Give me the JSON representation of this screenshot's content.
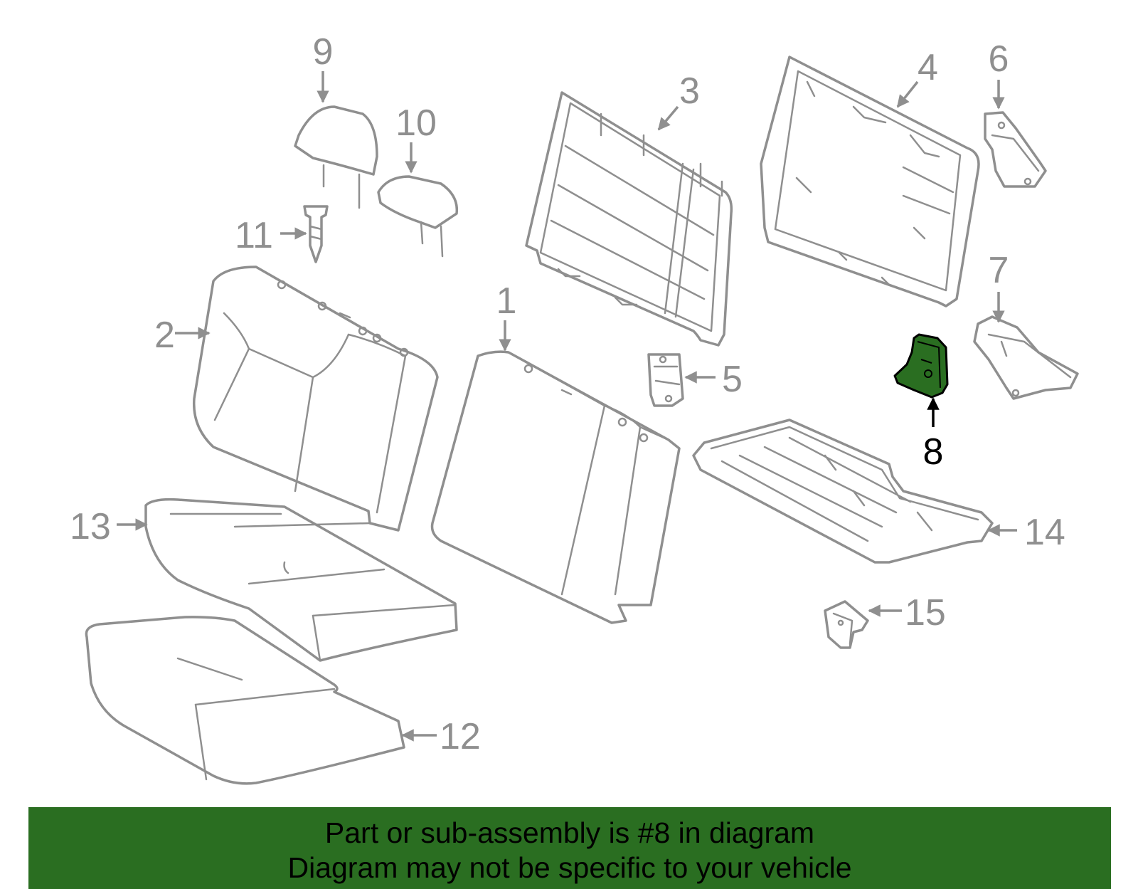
{
  "diagram": {
    "highlighted_part": "8",
    "highlight_color": "#2a6e21",
    "line_color": "#8f8f8f",
    "callouts": [
      "1",
      "2",
      "3",
      "4",
      "5",
      "6",
      "7",
      "8",
      "9",
      "10",
      "11",
      "12",
      "13",
      "14",
      "15"
    ]
  },
  "banner": {
    "line1": "Part or sub-assembly is #8 in diagram",
    "line2": "Diagram may not be specific to your vehicle",
    "background": "#2a6e21"
  }
}
